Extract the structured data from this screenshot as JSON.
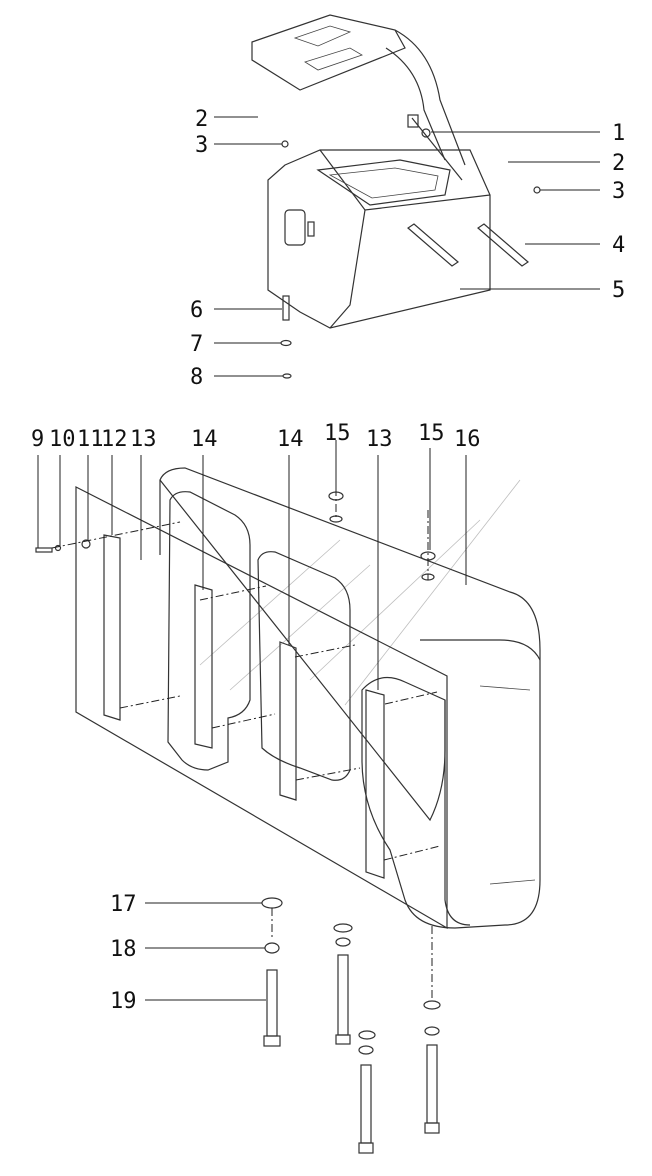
{
  "diagram": {
    "top_assembly_callouts": {
      "right": [
        "1",
        "2",
        "3",
        "4",
        "5"
      ],
      "left": [
        "2",
        "3"
      ],
      "bottom": [
        "6",
        "7",
        "8"
      ]
    },
    "counterweight_callouts": {
      "top_row": [
        "9",
        "10",
        "11",
        "12",
        "13",
        "14",
        "14",
        "15",
        "13",
        "15",
        "16"
      ],
      "bolt_stack": [
        "17",
        "18",
        "19"
      ]
    }
  }
}
